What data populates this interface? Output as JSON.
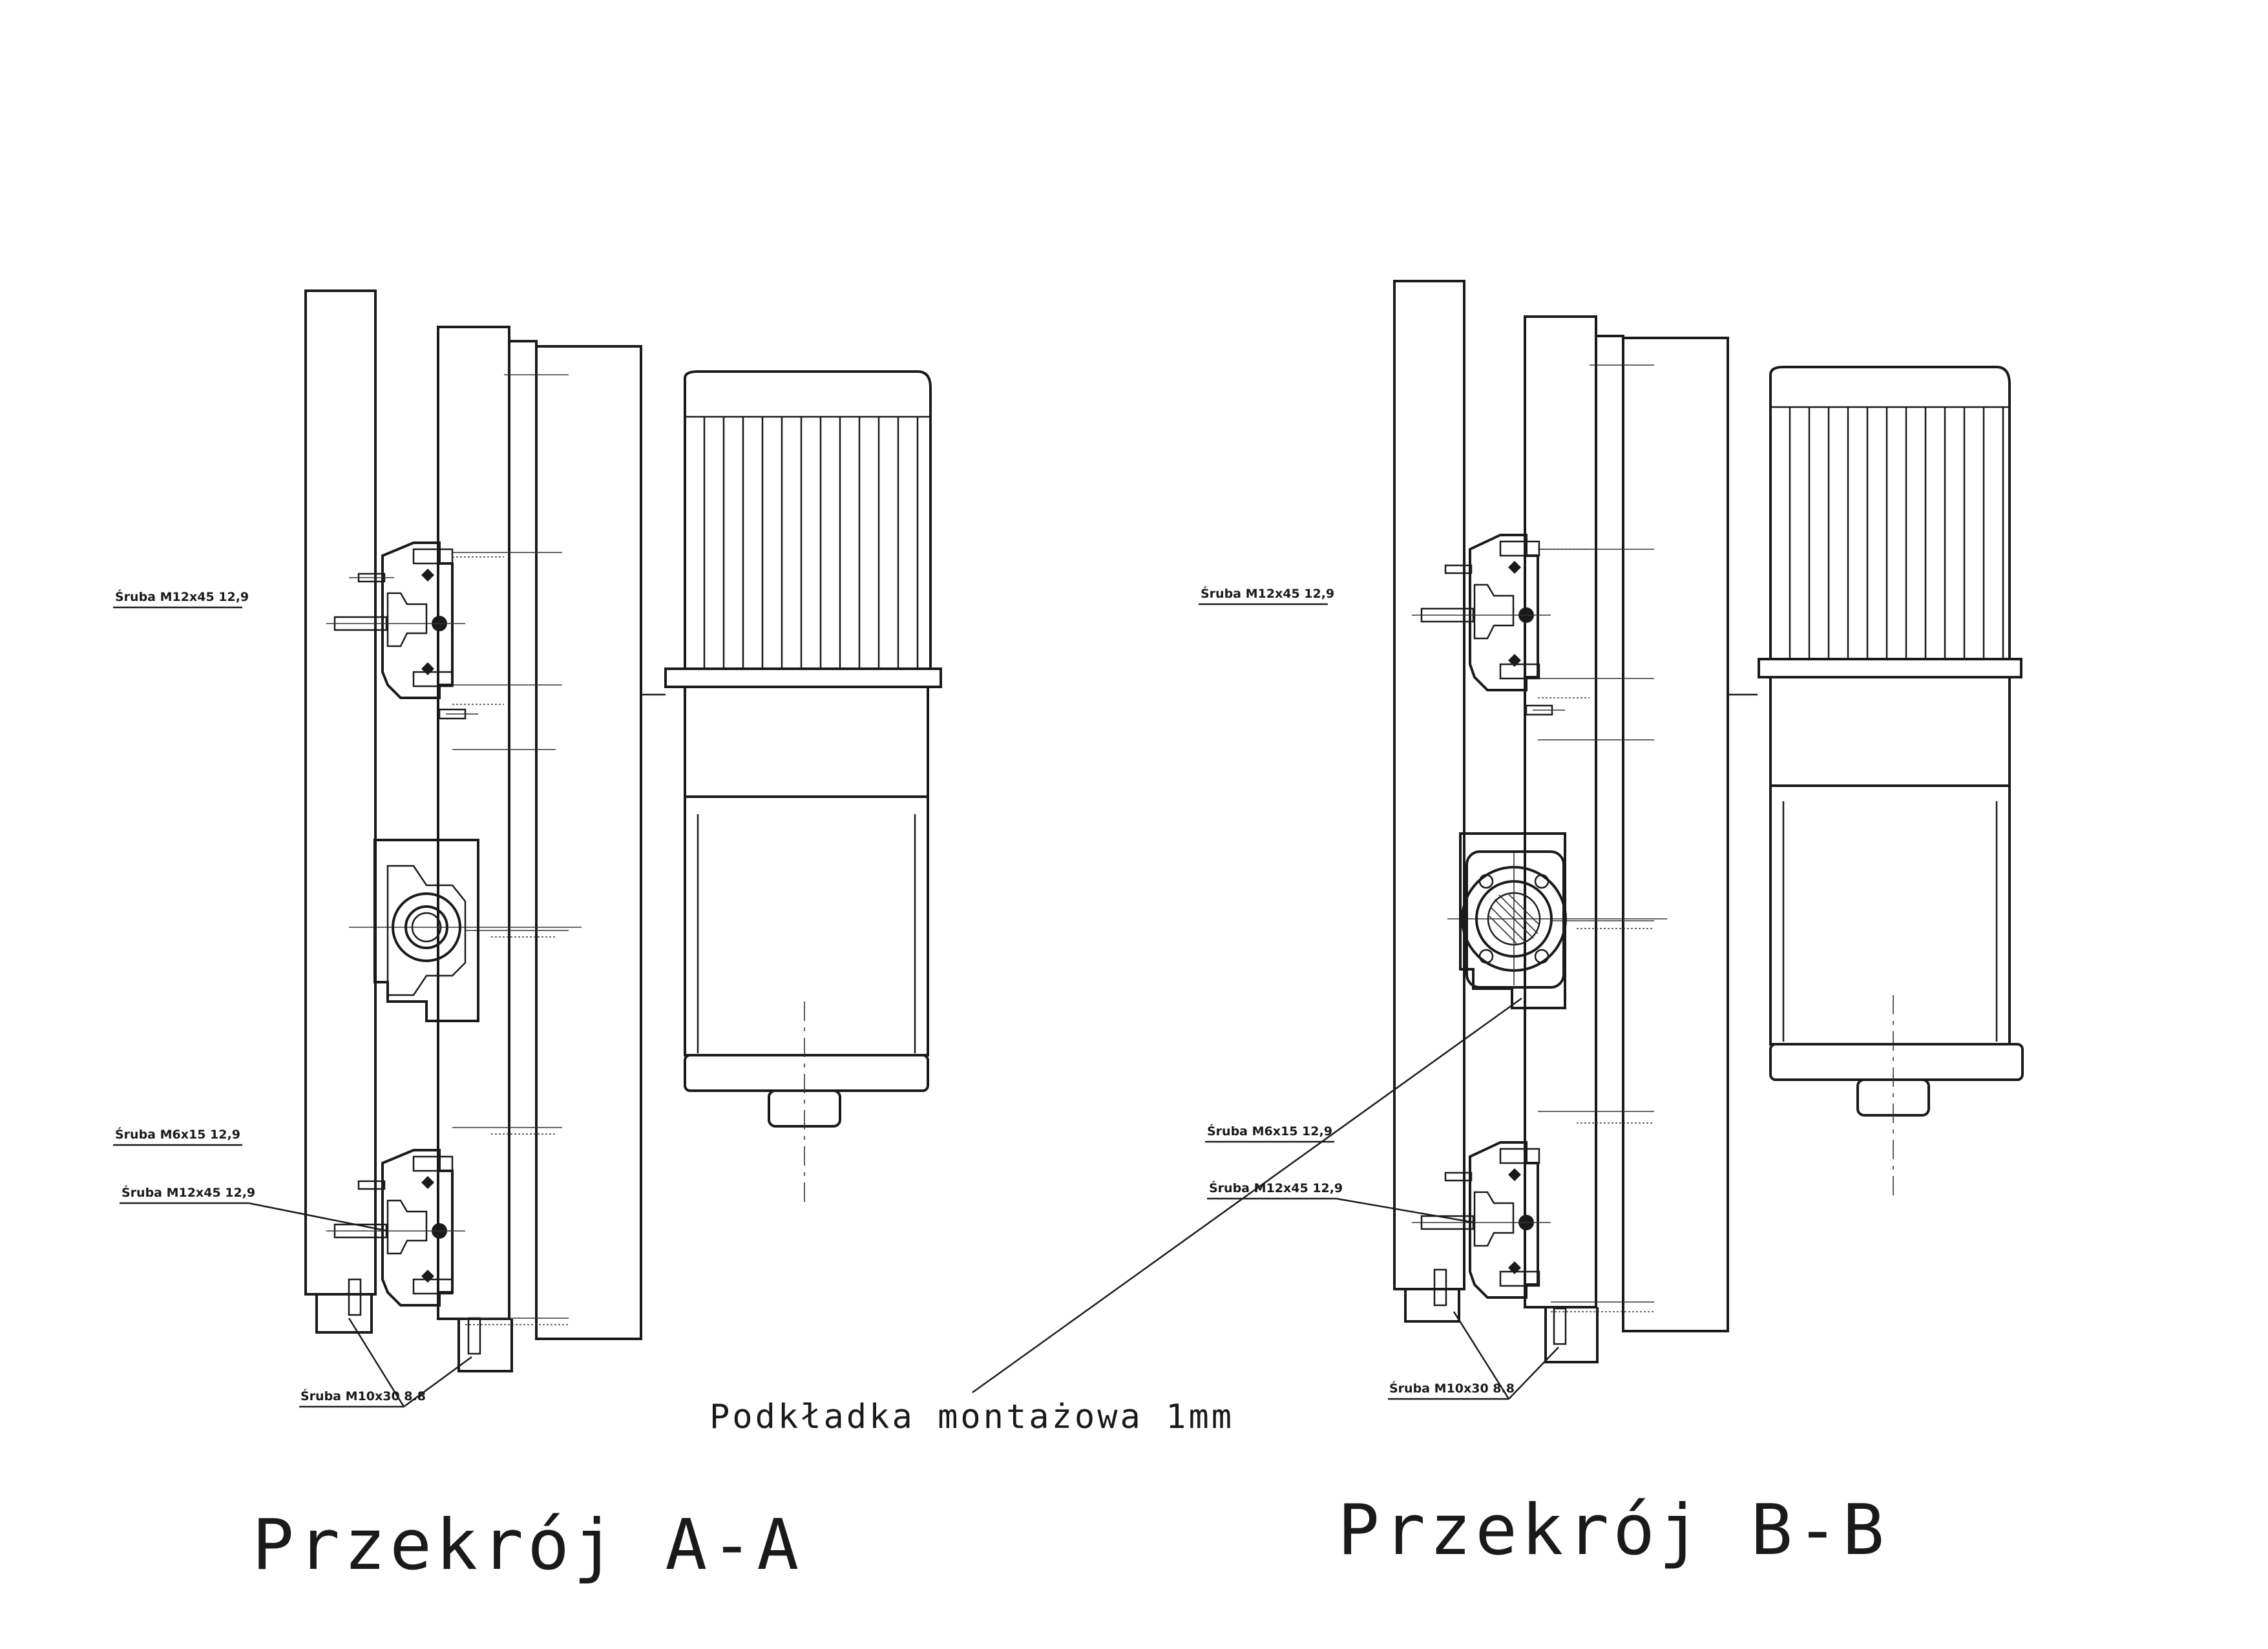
{
  "sections": [
    {
      "id": "A-A",
      "title": "Przekrój A-A",
      "callouts": {
        "bolt_top": "Śruba M12x45 12,9",
        "bolt_m6": "Śruba M6x15 12,9",
        "bolt_bottom": "Śruba M12x45 12,9",
        "bolt_m10": "Śruba M10x30 8.8"
      }
    },
    {
      "id": "B-B",
      "title": "Przekrój B-B",
      "callouts": {
        "bolt_top": "Śruba M12x45 12,9",
        "bolt_m6": "Śruba M6x15 12,9",
        "bolt_bottom": "Śruba M12x45 12,9",
        "bolt_m10": "Śruba M10x30 8.8"
      }
    }
  ],
  "shared_note": "Podkładka montażowa 1mm",
  "colors": {
    "ink": "#1a1a1a",
    "paper": "#ffffff"
  }
}
